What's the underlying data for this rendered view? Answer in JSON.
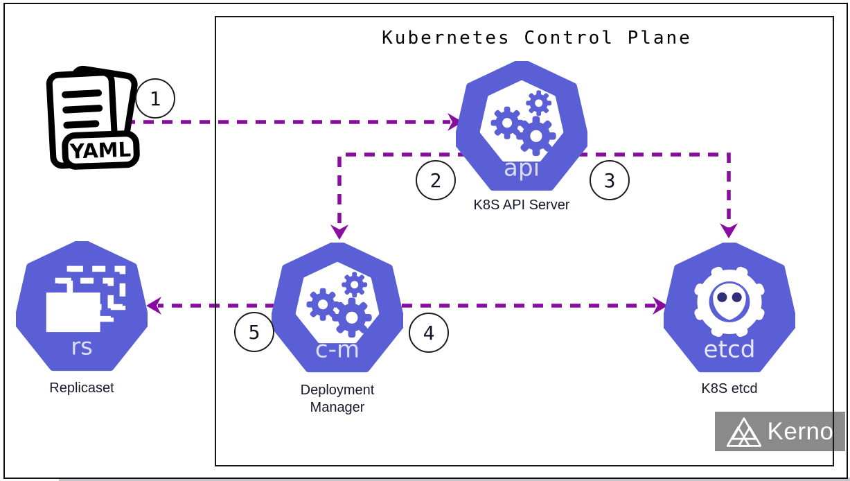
{
  "title": "Kubernetes Control Plane",
  "nodes": {
    "yaml": {
      "badge": "YAML"
    },
    "api": {
      "icon_label": "api",
      "caption": "K8S API Server"
    },
    "cm": {
      "icon_label": "c-m",
      "caption_line1": "Deployment",
      "caption_line2": "Manager"
    },
    "etcd": {
      "icon_label": "etcd",
      "caption": "K8S etcd"
    },
    "rs": {
      "icon_label": "rs",
      "caption": "Replicaset"
    }
  },
  "steps": [
    "1",
    "2",
    "3",
    "4",
    "5"
  ],
  "brand": {
    "name": "Kerno"
  },
  "colors": {
    "kubernetes_blue": "#5b5fd6",
    "arrow_purple": "#8a0ba0",
    "border_black": "#0d0d0d",
    "brand_gray": "#8a8a8a"
  }
}
